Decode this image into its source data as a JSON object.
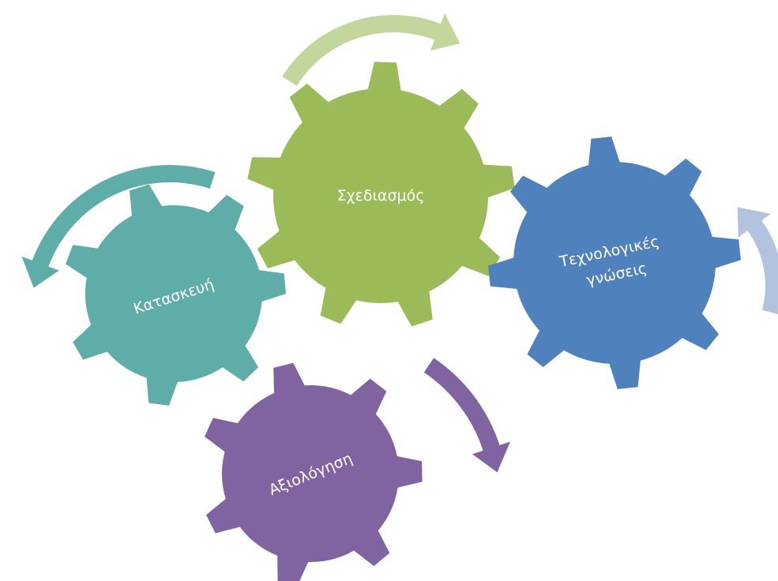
{
  "diagram": {
    "gears": [
      {
        "id": "design",
        "label_lines": [
          "Σχεδιασμός"
        ],
        "color": "#9BBB59"
      },
      {
        "id": "tech",
        "label_lines": [
          "Τεχνολογικές",
          "γνώσεις"
        ],
        "color": "#4F81BD"
      },
      {
        "id": "build",
        "label_lines": [
          "Κατασκευή"
        ],
        "color": "#5FADA8"
      },
      {
        "id": "eval",
        "label_lines": [
          "Αξιολόγηση"
        ],
        "color": "#8064A2"
      }
    ],
    "arrows": [
      {
        "id": "design",
        "color": "#C3D69B"
      },
      {
        "id": "tech",
        "color": "#B3C2DE"
      },
      {
        "id": "build",
        "color": "#5FADA8"
      },
      {
        "id": "eval",
        "color": "#8064A2"
      }
    ]
  }
}
